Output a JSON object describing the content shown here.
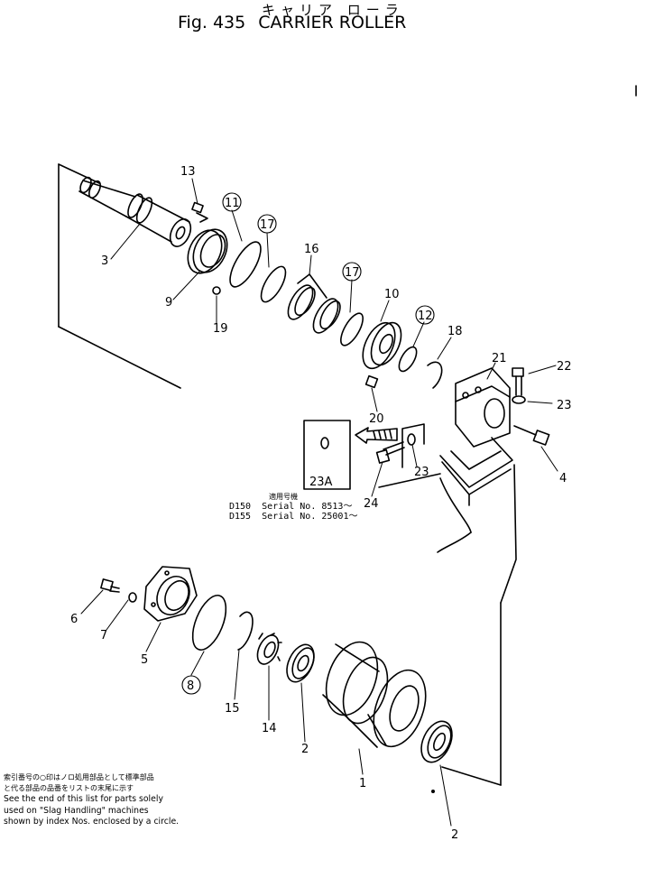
{
  "header": {
    "japanese_title": "キャリア ローラ",
    "fig_label": "Fig. 435",
    "title": "CARRIER ROLLER"
  },
  "callouts": [
    {
      "id": "3",
      "text": "3",
      "circled": false
    },
    {
      "id": "13",
      "text": "13",
      "circled": false
    },
    {
      "id": "11",
      "text": "11",
      "circled": true
    },
    {
      "id": "17a",
      "text": "17",
      "circled": true
    },
    {
      "id": "16",
      "text": "16",
      "circled": false
    },
    {
      "id": "17b",
      "text": "17",
      "circled": true
    },
    {
      "id": "10",
      "text": "10",
      "circled": false
    },
    {
      "id": "12",
      "text": "12",
      "circled": true
    },
    {
      "id": "18",
      "text": "18",
      "circled": false
    },
    {
      "id": "9",
      "text": "9",
      "circled": false
    },
    {
      "id": "19",
      "text": "19",
      "circled": false
    },
    {
      "id": "21",
      "text": "21",
      "circled": false
    },
    {
      "id": "22",
      "text": "22",
      "circled": false
    },
    {
      "id": "23a",
      "text": "23",
      "circled": false
    },
    {
      "id": "20",
      "text": "20",
      "circled": false
    },
    {
      "id": "4",
      "text": "4",
      "circled": false
    },
    {
      "id": "23b",
      "text": "23",
      "circled": false
    },
    {
      "id": "23A",
      "text": "23A",
      "circled": false
    },
    {
      "id": "24",
      "text": "24",
      "circled": false
    },
    {
      "id": "6",
      "text": "6",
      "circled": false
    },
    {
      "id": "7",
      "text": "7",
      "circled": false
    },
    {
      "id": "5",
      "text": "5",
      "circled": false
    },
    {
      "id": "8",
      "text": "8",
      "circled": true
    },
    {
      "id": "15",
      "text": "15",
      "circled": false
    },
    {
      "id": "14",
      "text": "14",
      "circled": false
    },
    {
      "id": "2a",
      "text": "2",
      "circled": false
    },
    {
      "id": "1",
      "text": "1",
      "circled": false
    },
    {
      "id": "2b",
      "text": "2",
      "circled": false
    }
  ],
  "serial_box": {
    "header_jp": "適用号機",
    "rows": [
      {
        "model": "D150",
        "serial": "Serial No. 8513～"
      },
      {
        "model": "D155",
        "serial": "Serial No. 25001～"
      }
    ]
  },
  "footnote": {
    "jp_line1": "索引番号の○印はノロ処用部品として標準部品",
    "jp_line2": "と代る部品の品番をリストの末尾に示す",
    "en_line1": "See the end of this list for parts solely",
    "en_line2": "used on \"Slag Handling\" machines",
    "en_line3": "shown by index Nos. enclosed by a circle."
  }
}
